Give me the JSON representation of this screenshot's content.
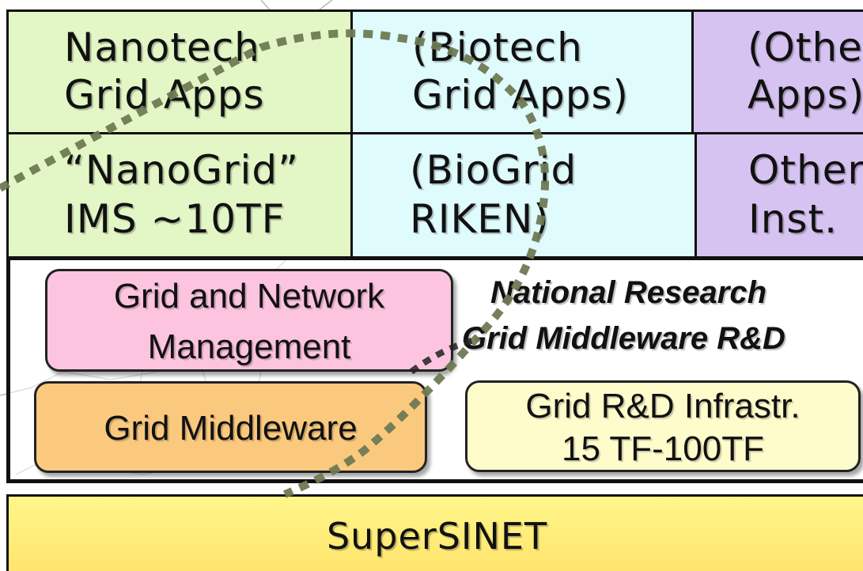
{
  "apps_row": {
    "nanotech": [
      "Nanotech",
      "Grid Apps"
    ],
    "biotech": [
      "(Biotech",
      "Grid Apps)"
    ],
    "other": [
      "(Othe",
      "Apps)"
    ]
  },
  "grids_row": {
    "nanogrid": [
      "“NanoGrid”",
      "IMS ~10TF"
    ],
    "biogrid": [
      "(BioGrid",
      "RIKEN)"
    ],
    "other": [
      "Other",
      "Inst."
    ]
  },
  "middleware_section": {
    "title_line1": "National Research",
    "title_line2": "Grid Middleware R&D",
    "grid_network": [
      "Grid and Network",
      "Management"
    ],
    "grid_middleware": "Grid Middleware",
    "infrastructure": [
      "Grid R&D Infrastr.",
      "15 TF-100TF"
    ]
  },
  "network": {
    "label": "SuperSINET"
  },
  "colors": {
    "nanotech_green": "#e3f7c6",
    "biotech_cyan": "#dffbfc",
    "other_purple": "#d6c3f2",
    "pink_box": "#fcc4df",
    "orange_box": "#fbc97e",
    "yellow_box": "#fffccc",
    "supersinet_yellow": "#fff47a",
    "dotted_line": "#6f7a53"
  }
}
